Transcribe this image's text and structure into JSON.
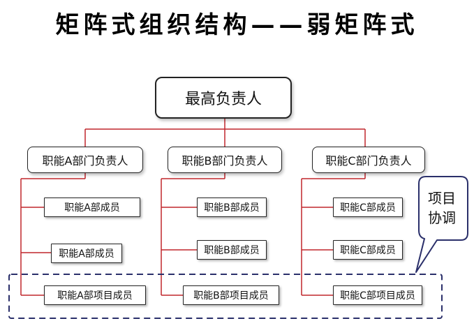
{
  "title": "矩阵式组织结构——弱矩阵式",
  "top": {
    "label": "最高负责人"
  },
  "departments": [
    {
      "head": "职能A部门负责人",
      "members": [
        "职能A部成员",
        "职能A部成员",
        "职能A部项目成员"
      ]
    },
    {
      "head": "职能B部门负责人",
      "members": [
        "职能B部成员",
        "职能B部成员",
        "职能B部项目成员"
      ]
    },
    {
      "head": "职能C部门负责人",
      "members": [
        "职能C部成员",
        "职能C部成员",
        "职能C部项目成员"
      ]
    }
  ],
  "callout": {
    "line1": "项目",
    "line2": "协调"
  },
  "colors": {
    "connector": "#c0262c",
    "dashed_border": "#2a2f6a",
    "callout_border": "#2a2f6a"
  }
}
